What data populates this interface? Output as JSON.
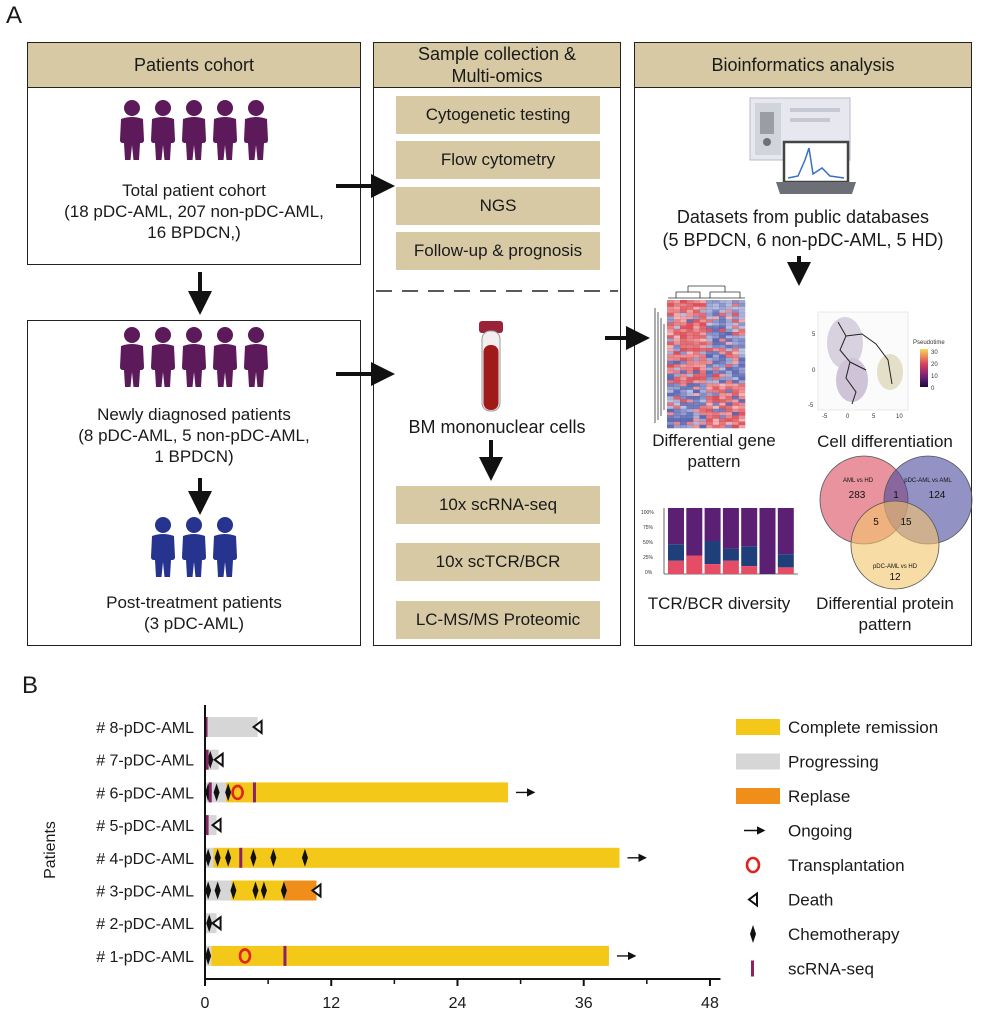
{
  "panel_a": {
    "letter": "A",
    "col1": {
      "header": "Patients cohort",
      "cohort": {
        "title": "Total patient cohort",
        "line2": "(18 pDC-AML, 207 non-pDC-AML,",
        "line3": "16 BPDCN,)"
      },
      "newly": {
        "title": "Newly diagnosed patients",
        "line2": "(8 pDC-AML, 5 non-pDC-AML,",
        "line3": "1 BPDCN)"
      },
      "post": {
        "title": "Post-treatment patients",
        "line2": "(3 pDC-AML)"
      }
    },
    "col2": {
      "header_l1": "Sample collection &",
      "header_l2": "Multi-omics",
      "top_boxes": [
        "Cytogenetic testing",
        "Flow cytometry",
        "NGS",
        "Follow-up & prognosis"
      ],
      "bm_label": "BM mononuclear cells",
      "bottom_boxes": [
        "10x scRNA-seq",
        "10x scTCR/BCR",
        "LC-MS/MS Proteomic"
      ]
    },
    "col3": {
      "header": "Bioinformatics analysis",
      "datasets_l1": "Datasets from public databases",
      "datasets_l2": "(5 BPDCN, 6 non-pDC-AML, 5 HD)",
      "heatmap_l1": "Differential gene",
      "heatmap_l2": "pattern",
      "celldiff": "Cell differentiation",
      "tcr": "TCR/BCR diversity",
      "protein_l1": "Differential protein",
      "protein_l2": "pattern",
      "pseudotime_label": "Pseudotime",
      "pseudotime_ticks": [
        "30",
        "20",
        "10",
        "0"
      ],
      "umap_x_ticks": [
        "-5",
        "0",
        "5",
        "10"
      ],
      "umap_y_ticks": [
        "5",
        "0",
        "-5"
      ],
      "bar_y_ticks": [
        "100%",
        "75%",
        "50%",
        "25%",
        "0%"
      ],
      "venn": {
        "set1": "AML vs HD",
        "set2": "pDC-AML vs AML",
        "set3": "pDC-AML vs HD",
        "n1": "283",
        "n2": "124",
        "n3": "12",
        "n12": "1",
        "n13": "5",
        "n23": "15"
      }
    }
  },
  "panel_b": {
    "letter": "B",
    "chart_data": {
      "type": "bar",
      "orientation": "horizontal",
      "ylabel": "Patients",
      "xlim": [
        0,
        49
      ],
      "x_ticks": [
        "0",
        "12",
        "24",
        "36",
        "48"
      ],
      "categories": [
        "# 8-pDC-AML",
        "# 7-pDC-AML",
        "# 6-pDC-AML",
        "# 5-pDC-AML",
        "# 4-pDC-AML",
        "# 3-pDC-AML",
        "# 2-pDC-AML",
        "# 1-pDC-AML"
      ],
      "colors": {
        "cr": "#f3c819",
        "prog": "#d6d6d6",
        "relapse": "#ef8f19",
        "scrna": "#8a2266",
        "transplant": "#e0241b"
      },
      "legend": {
        "cr": "Complete remission",
        "prog": "Progressing",
        "relapse": "Replase",
        "ongoing": "Ongoing",
        "transplant": "Transplantation",
        "death": "Death",
        "chemo": "Chemotherapy",
        "scrna": "scRNA-seq"
      },
      "patients": [
        {
          "segments": [
            {
              "type": "prog",
              "start": 0,
              "end": 5.0
            }
          ],
          "chemo": [],
          "scrna": [
            0.1
          ],
          "transplant": [],
          "death": 5.0,
          "ongoing": false
        },
        {
          "segments": [
            {
              "type": "prog",
              "start": 0,
              "end": 1.3
            }
          ],
          "chemo": [
            0.5
          ],
          "scrna": [
            0.2
          ],
          "transplant": [],
          "death": 1.3,
          "ongoing": false
        },
        {
          "segments": [
            {
              "type": "prog",
              "start": 0,
              "end": 2.0
            },
            {
              "type": "cr",
              "start": 2.0,
              "end": 28.8
            }
          ],
          "chemo": [
            0.3,
            1.1,
            2.2
          ],
          "scrna": [
            0.5,
            4.7
          ],
          "transplant": [
            3.1
          ],
          "death": null,
          "ongoing": true
        },
        {
          "segments": [
            {
              "type": "prog",
              "start": 0,
              "end": 1.1
            }
          ],
          "chemo": [],
          "scrna": [
            0.2
          ],
          "transplant": [],
          "death": 1.1,
          "ongoing": false
        },
        {
          "segments": [
            {
              "type": "prog",
              "start": 0,
              "end": 0.8
            },
            {
              "type": "cr",
              "start": 0.8,
              "end": 39.4
            }
          ],
          "chemo": [
            0.3,
            1.2,
            2.2,
            4.6,
            6.5,
            9.5
          ],
          "scrna": [
            3.4
          ],
          "transplant": [],
          "death": null,
          "ongoing": true
        },
        {
          "segments": [
            {
              "type": "prog",
              "start": 0,
              "end": 2.5
            },
            {
              "type": "cr",
              "start": 2.5,
              "end": 7.5
            },
            {
              "type": "relapse",
              "start": 7.5,
              "end": 10.6
            }
          ],
          "chemo": [
            0.3,
            1.2,
            2.7,
            4.8,
            5.6,
            7.5
          ],
          "scrna": [],
          "transplant": [],
          "death": 10.6,
          "ongoing": false
        },
        {
          "segments": [
            {
              "type": "prog",
              "start": 0,
              "end": 1.1
            }
          ],
          "chemo": [
            0.4
          ],
          "scrna": [],
          "transplant": [],
          "death": 1.1,
          "ongoing": false
        },
        {
          "segments": [
            {
              "type": "prog",
              "start": 0,
              "end": 0.6
            },
            {
              "type": "cr",
              "start": 0.6,
              "end": 38.4
            }
          ],
          "chemo": [
            0.3
          ],
          "scrna": [
            7.6
          ],
          "transplant": [
            3.8
          ],
          "death": null,
          "ongoing": true
        }
      ]
    }
  }
}
